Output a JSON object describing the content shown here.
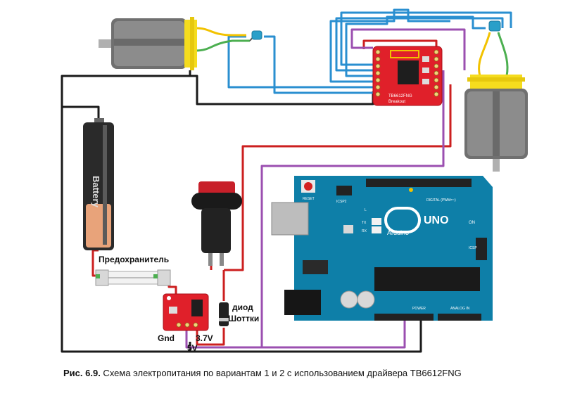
{
  "labels": {
    "fuse": "Предохранитель",
    "diode_line1": "диод",
    "diode_line2": "Шоттки",
    "gnd": "Gnd",
    "v37": "3.7V",
    "v5": "5V"
  },
  "battery": {
    "text": "Battery"
  },
  "driver_board": {
    "line1": "TB6612FNG",
    "line2": "Breakout"
  },
  "arduino": {
    "brand": "Arduino",
    "model": "UNO",
    "reset": "RESET",
    "icsp2": "ICSP2",
    "digital": "DIGITAL (PWM=~)",
    "on": "ON",
    "icsp": "ICSP",
    "l": "L",
    "tx": "TX",
    "rx": "RX",
    "power": "POWER",
    "analog_in": "ANALOG IN"
  },
  "caption": {
    "prefix": "Рис. 6.9.",
    "text": " Схема электропитания по вариантам 1 и 2 с использованием драйвера TB6612FNG"
  },
  "colors": {
    "wire_black": "#1a1a1a",
    "wire_red": "#cc1f1f",
    "wire_blue": "#2a8fd0",
    "wire_purple": "#9b4fb0",
    "wire_green": "#4caf50",
    "wire_yellow": "#f2c200",
    "arduino_blue": "#0e7fa8",
    "driver_red": "#e0202a",
    "motor_yellow": "#f5dc1e"
  }
}
